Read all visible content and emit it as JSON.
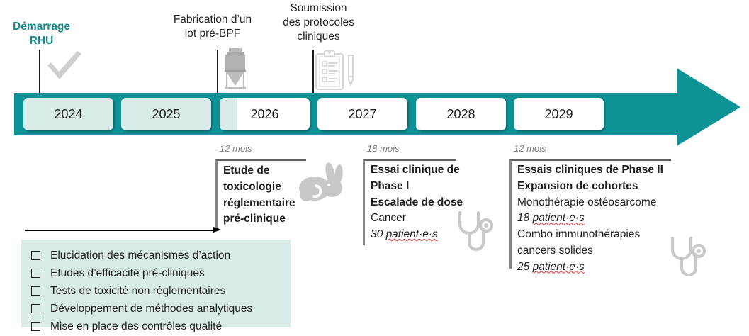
{
  "colors": {
    "teal": "#0d9396",
    "teal_text": "#18898f",
    "light_teal_fill": "#d9ebe8",
    "checklist_bg": "#d8ebe8",
    "icon_gray": "#c9c9c9",
    "bracket_gray": "#848484",
    "months_gray": "#7b7b7b",
    "spellcheck_red": "#e03131"
  },
  "milestones": [
    {
      "label": "Démarrage\nRHU",
      "accent": true,
      "icon": "checkmark-icon"
    },
    {
      "label": "Fabrication d’un\nlot pré-BPF",
      "accent": false,
      "icon": "fermenter-tank-icon"
    },
    {
      "label": "Soumission\ndes protocoles\ncliniques",
      "accent": false,
      "icon": "clipboard-pen-icon"
    }
  ],
  "timeline": {
    "years": [
      {
        "year": "2024",
        "fill_percent": 100
      },
      {
        "year": "2025",
        "fill_percent": 100
      },
      {
        "year": "2026",
        "fill_percent": 20
      },
      {
        "year": "2027",
        "fill_percent": 0
      },
      {
        "year": "2028",
        "fill_percent": 0
      },
      {
        "year": "2029",
        "fill_percent": 0
      }
    ]
  },
  "phases": [
    {
      "months": "12 mois",
      "icon": "rabbit-icon",
      "lines": [
        {
          "text": "Etude de",
          "style": "bold"
        },
        {
          "text": "toxicologie",
          "style": "bold"
        },
        {
          "text": "réglementaire",
          "style": "bold"
        },
        {
          "text": "pré-clinique",
          "style": "bold"
        }
      ]
    },
    {
      "months": "18 mois",
      "icon": "stethoscope-icon",
      "lines": [
        {
          "text": "Essai clinique de",
          "style": "bold"
        },
        {
          "text": "Phase I",
          "style": "bold"
        },
        {
          "text": "Escalade de dose",
          "style": "bold"
        },
        {
          "text": "Cancer",
          "style": "normal"
        },
        {
          "text": "30 ",
          "style": "italic",
          "squiggle": "patient·e·s"
        }
      ]
    },
    {
      "months": "12 mois",
      "icon": "stethoscope-icon",
      "lines": [
        {
          "text": "Essais cliniques de Phase II",
          "style": "bold"
        },
        {
          "text": "Expansion de cohortes",
          "style": "bold"
        },
        {
          "text": "Monothérapie ostéosarcome",
          "style": "normal"
        },
        {
          "text": "18 ",
          "style": "italic",
          "squiggle": "patient·e·s"
        },
        {
          "text": "Combo immunothérapies",
          "style": "normal"
        },
        {
          "text": "cancers solides",
          "style": "normal"
        },
        {
          "text": "25 ",
          "style": "italic",
          "squiggle": "patient·e·s"
        }
      ]
    }
  ],
  "checklist": {
    "items": [
      "Elucidation des mécanismes d’action",
      "Etudes d’efficacité pré-cliniques",
      "Tests de toxicité non réglementaires",
      "Développement de méthodes analytiques",
      "Mise en place des contrôles qualité"
    ]
  }
}
